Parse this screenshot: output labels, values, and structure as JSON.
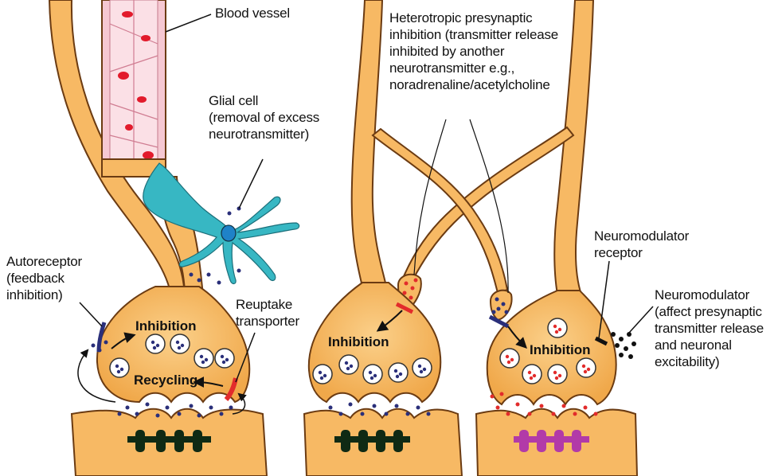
{
  "labels": {
    "blood_vessel": "Blood vessel",
    "glial_cell": "Glial cell\n(removal of excess\nneurotransmitter)",
    "autoreceptor": "Autoreceptor\n(feedback\ninhibition)",
    "reuptake": "Reuptake\ntransporter",
    "heterotropic": "Heterotropic presynaptic\ninhibition (transmitter release\ninhibited by another\nneurotransmitter e.g.,\nnoradrenaline/acetylcholine",
    "neuromodulator_receptor": "Neuromodulator\nreceptor",
    "neuromodulator": "Neuromodulator\n(affect presynaptic\ntransmitter release\nand neuronal\nexcitability)",
    "inhibition_1": "Inhibition",
    "recycling": "Recycling",
    "inhibition_2": "Inhibition",
    "inhibition_3": "Inhibition"
  },
  "colors": {
    "neuron_fill": "#f7b964",
    "neuron_stroke": "#6b3b12",
    "vessel_fill": "#f6c8d2",
    "blood_cell": "#e21b2c",
    "glial_fill": "#37b7c3",
    "transmitter_blue": "#2a2f7a",
    "transmitter_red": "#e22b2b",
    "receptor_dark": "#0f2a14",
    "receptor_purple": "#b23aa8"
  }
}
